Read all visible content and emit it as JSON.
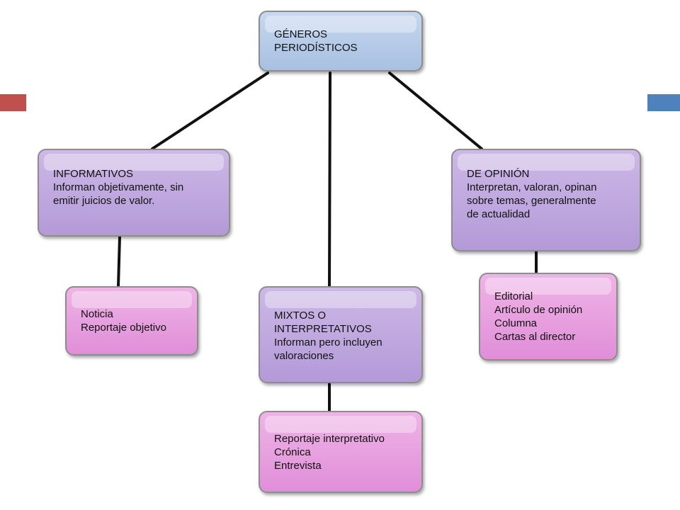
{
  "colors": {
    "accent_left": "#c0504d",
    "accent_right": "#4f81bd",
    "root_fill": "#b4c9e6",
    "category_fill": "#bfa6df",
    "example_fill": "#e8a2df",
    "connector": "#111111"
  },
  "root": {
    "lines": [
      "GÉNEROS",
      "PERIODÍSTICOS"
    ]
  },
  "categories": [
    {
      "lines": [
        "INFORMATIVOS",
        "Informan objetivamente, sin",
        "emitir juicios de valor."
      ]
    },
    {
      "lines": [
        "MIXTOS O",
        "INTERPRETATIVOS",
        "Informan pero incluyen",
        "valoraciones"
      ]
    },
    {
      "lines": [
        "DE OPINIÓN",
        "Interpretan, valoran, opinan",
        "sobre temas, generalmente",
        "de actualidad"
      ]
    }
  ],
  "examples": [
    {
      "lines": [
        "Noticia",
        "Reportaje objetivo"
      ]
    },
    {
      "lines": [
        "Reportaje interpretativo",
        "Crónica",
        "Entrevista"
      ]
    },
    {
      "lines": [
        "Editorial",
        "Artículo de opinión",
        "Columna",
        "Cartas al director"
      ]
    }
  ]
}
